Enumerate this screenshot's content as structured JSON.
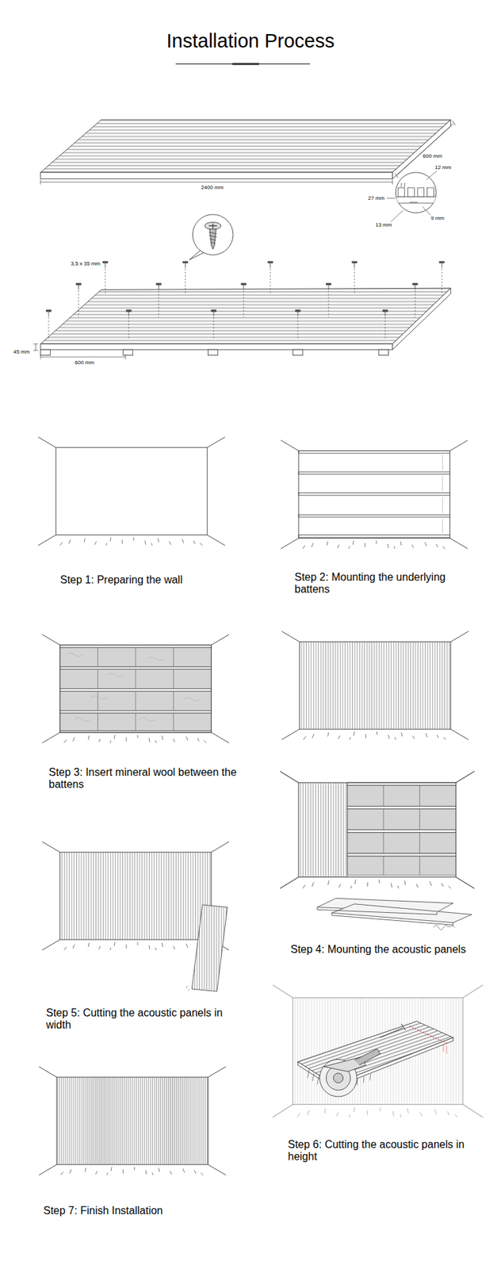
{
  "diagram": {
    "title": "Installation Process",
    "labels": [
      "2400 mm",
      "600 mm",
      "12 mm",
      "27 mm",
      "9 mm",
      "13 mm",
      "3,5 x 35 mm",
      "45 mm",
      "600 mm",
      "Step 1: Preparing the wall",
      "Step 2: Mounting the underlying battens",
      "Step 3: Insert mineral wool between the battens",
      "Step 4: Mounting the acoustic panels",
      "Step 5: Cutting the acoustic panels in width",
      "Step 6: Cutting the acoustic panels in height",
      "Step 7: Finish Installation"
    ]
  }
}
